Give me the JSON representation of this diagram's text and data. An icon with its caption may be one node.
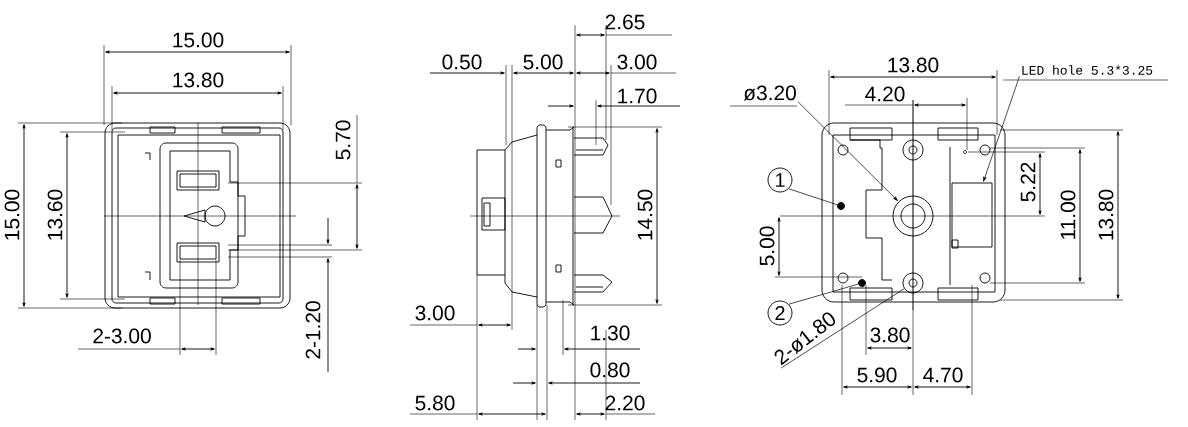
{
  "diagram": {
    "nodes": [
      {
        "text": [
          "ø3.20"
        ]
      },
      {
        "text": [],
        "shape": "circle"
      },
      {
        "text": [
          "LED hole 5.3*3.25"
        ]
      },
      {
        "text": [],
        "shape": "box"
      },
      {
        "text": [
          "1"
        ]
      },
      {
        "text": [],
        "shape": "circle"
      },
      {
        "text": [
          "2"
        ]
      },
      {
        "text": [],
        "shape": "circle"
      },
      {
        "text": [
          "2-ø1.80"
        ]
      },
      {
        "text": [],
        "shape": "circle"
      }
    ],
    "edges": [
      {
        "from": 0,
        "to": 1,
        "arrow": "to"
      },
      {
        "from": 2,
        "to": 3,
        "arrow": "to"
      },
      {
        "from": 4,
        "to": 5,
        "arrow": "none"
      },
      {
        "from": 6,
        "to": 7,
        "arrow": "none"
      },
      {
        "from": 8,
        "to": 9,
        "arrow": "none"
      }
    ],
    "labels": [
      "15.00",
      "13.80",
      "5.70",
      "15.00",
      "13.60",
      "2-3.00",
      "2-1.20",
      "2.65",
      "0.50",
      "5.00",
      "3.00",
      "1.70",
      "14.50",
      "3.00",
      "1.30",
      "0.80",
      "5.80",
      "2.20",
      "13.80",
      "4.20",
      "5.22",
      "5.00",
      "11.00",
      "13.80",
      "3.80",
      "5.90",
      "4.70"
    ]
  }
}
